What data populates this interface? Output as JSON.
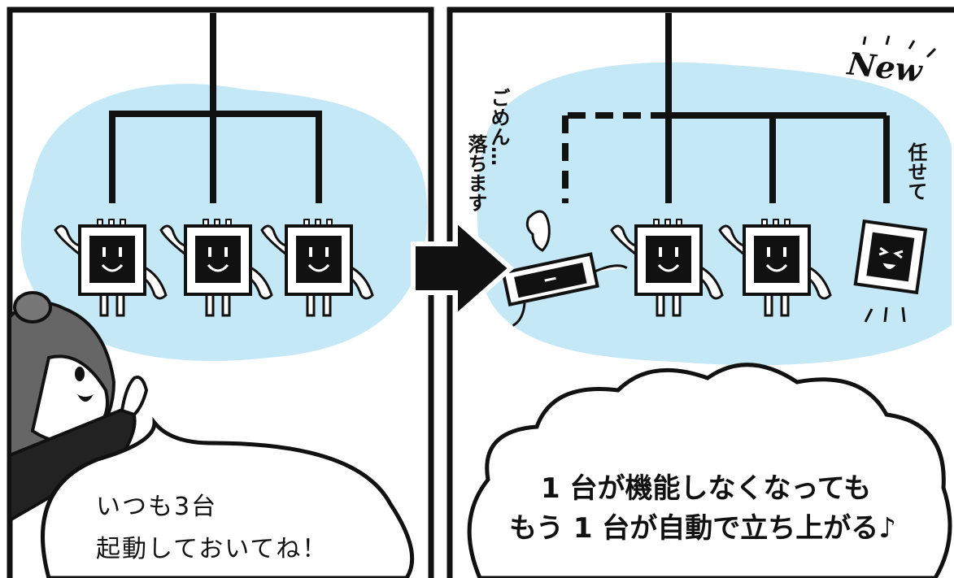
{
  "panel_left": {
    "caption_line1": "いつも3台",
    "caption_line2": "起動しておいてね！"
  },
  "panel_right": {
    "caption_line1": "1 台が機能しなくなっても",
    "caption_line2": "もう 1 台が自動で立ち上がる♪",
    "falling_server_line1": "ごめん…",
    "falling_server_line2": "落ちます",
    "new_server_line": "任せて",
    "new_label": "New"
  },
  "colors": {
    "sky": "#c5e8f6",
    "ink": "#111111"
  }
}
